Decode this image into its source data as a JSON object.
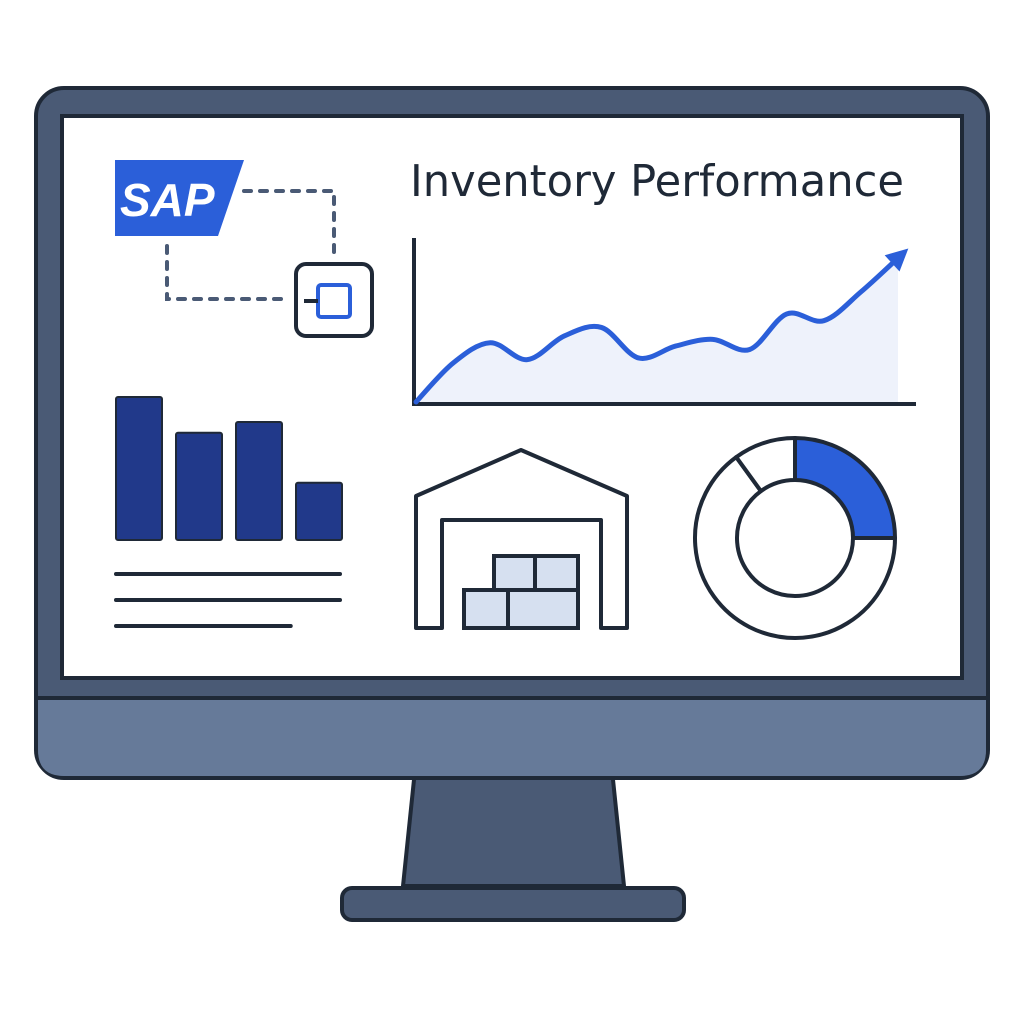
{
  "logo": {
    "text": "SAP",
    "color": "#2b5fd9"
  },
  "header": {
    "title": "Inventory Performance"
  },
  "icons": {
    "logo": "sap-logo",
    "module": "module-icon",
    "warehouse": "warehouse-icon",
    "boxes": "boxes-icon",
    "trend_arrow": "arrow-up-right-icon"
  },
  "colors": {
    "frame": "#4a5a75",
    "bezel_bottom": "#667a99",
    "outline": "#1f2937",
    "accent": "#2b5fd9",
    "bar": "#21398a",
    "box_fill": "#d6e0f0",
    "screen": "#ffffff"
  },
  "bar_chart": {
    "values": [
      4,
      3,
      3.3,
      1.6
    ]
  },
  "trend_chart": {
    "values": [
      0,
      2.3,
      3.5,
      2.5,
      3.9,
      4.4,
      2.6,
      3.3,
      3.7,
      3.1,
      5.2,
      4.8,
      6.5,
      8.5
    ]
  },
  "donut_chart": {
    "values": [
      25,
      65,
      10
    ]
  },
  "text_lines": [
    1,
    1,
    0.78
  ]
}
